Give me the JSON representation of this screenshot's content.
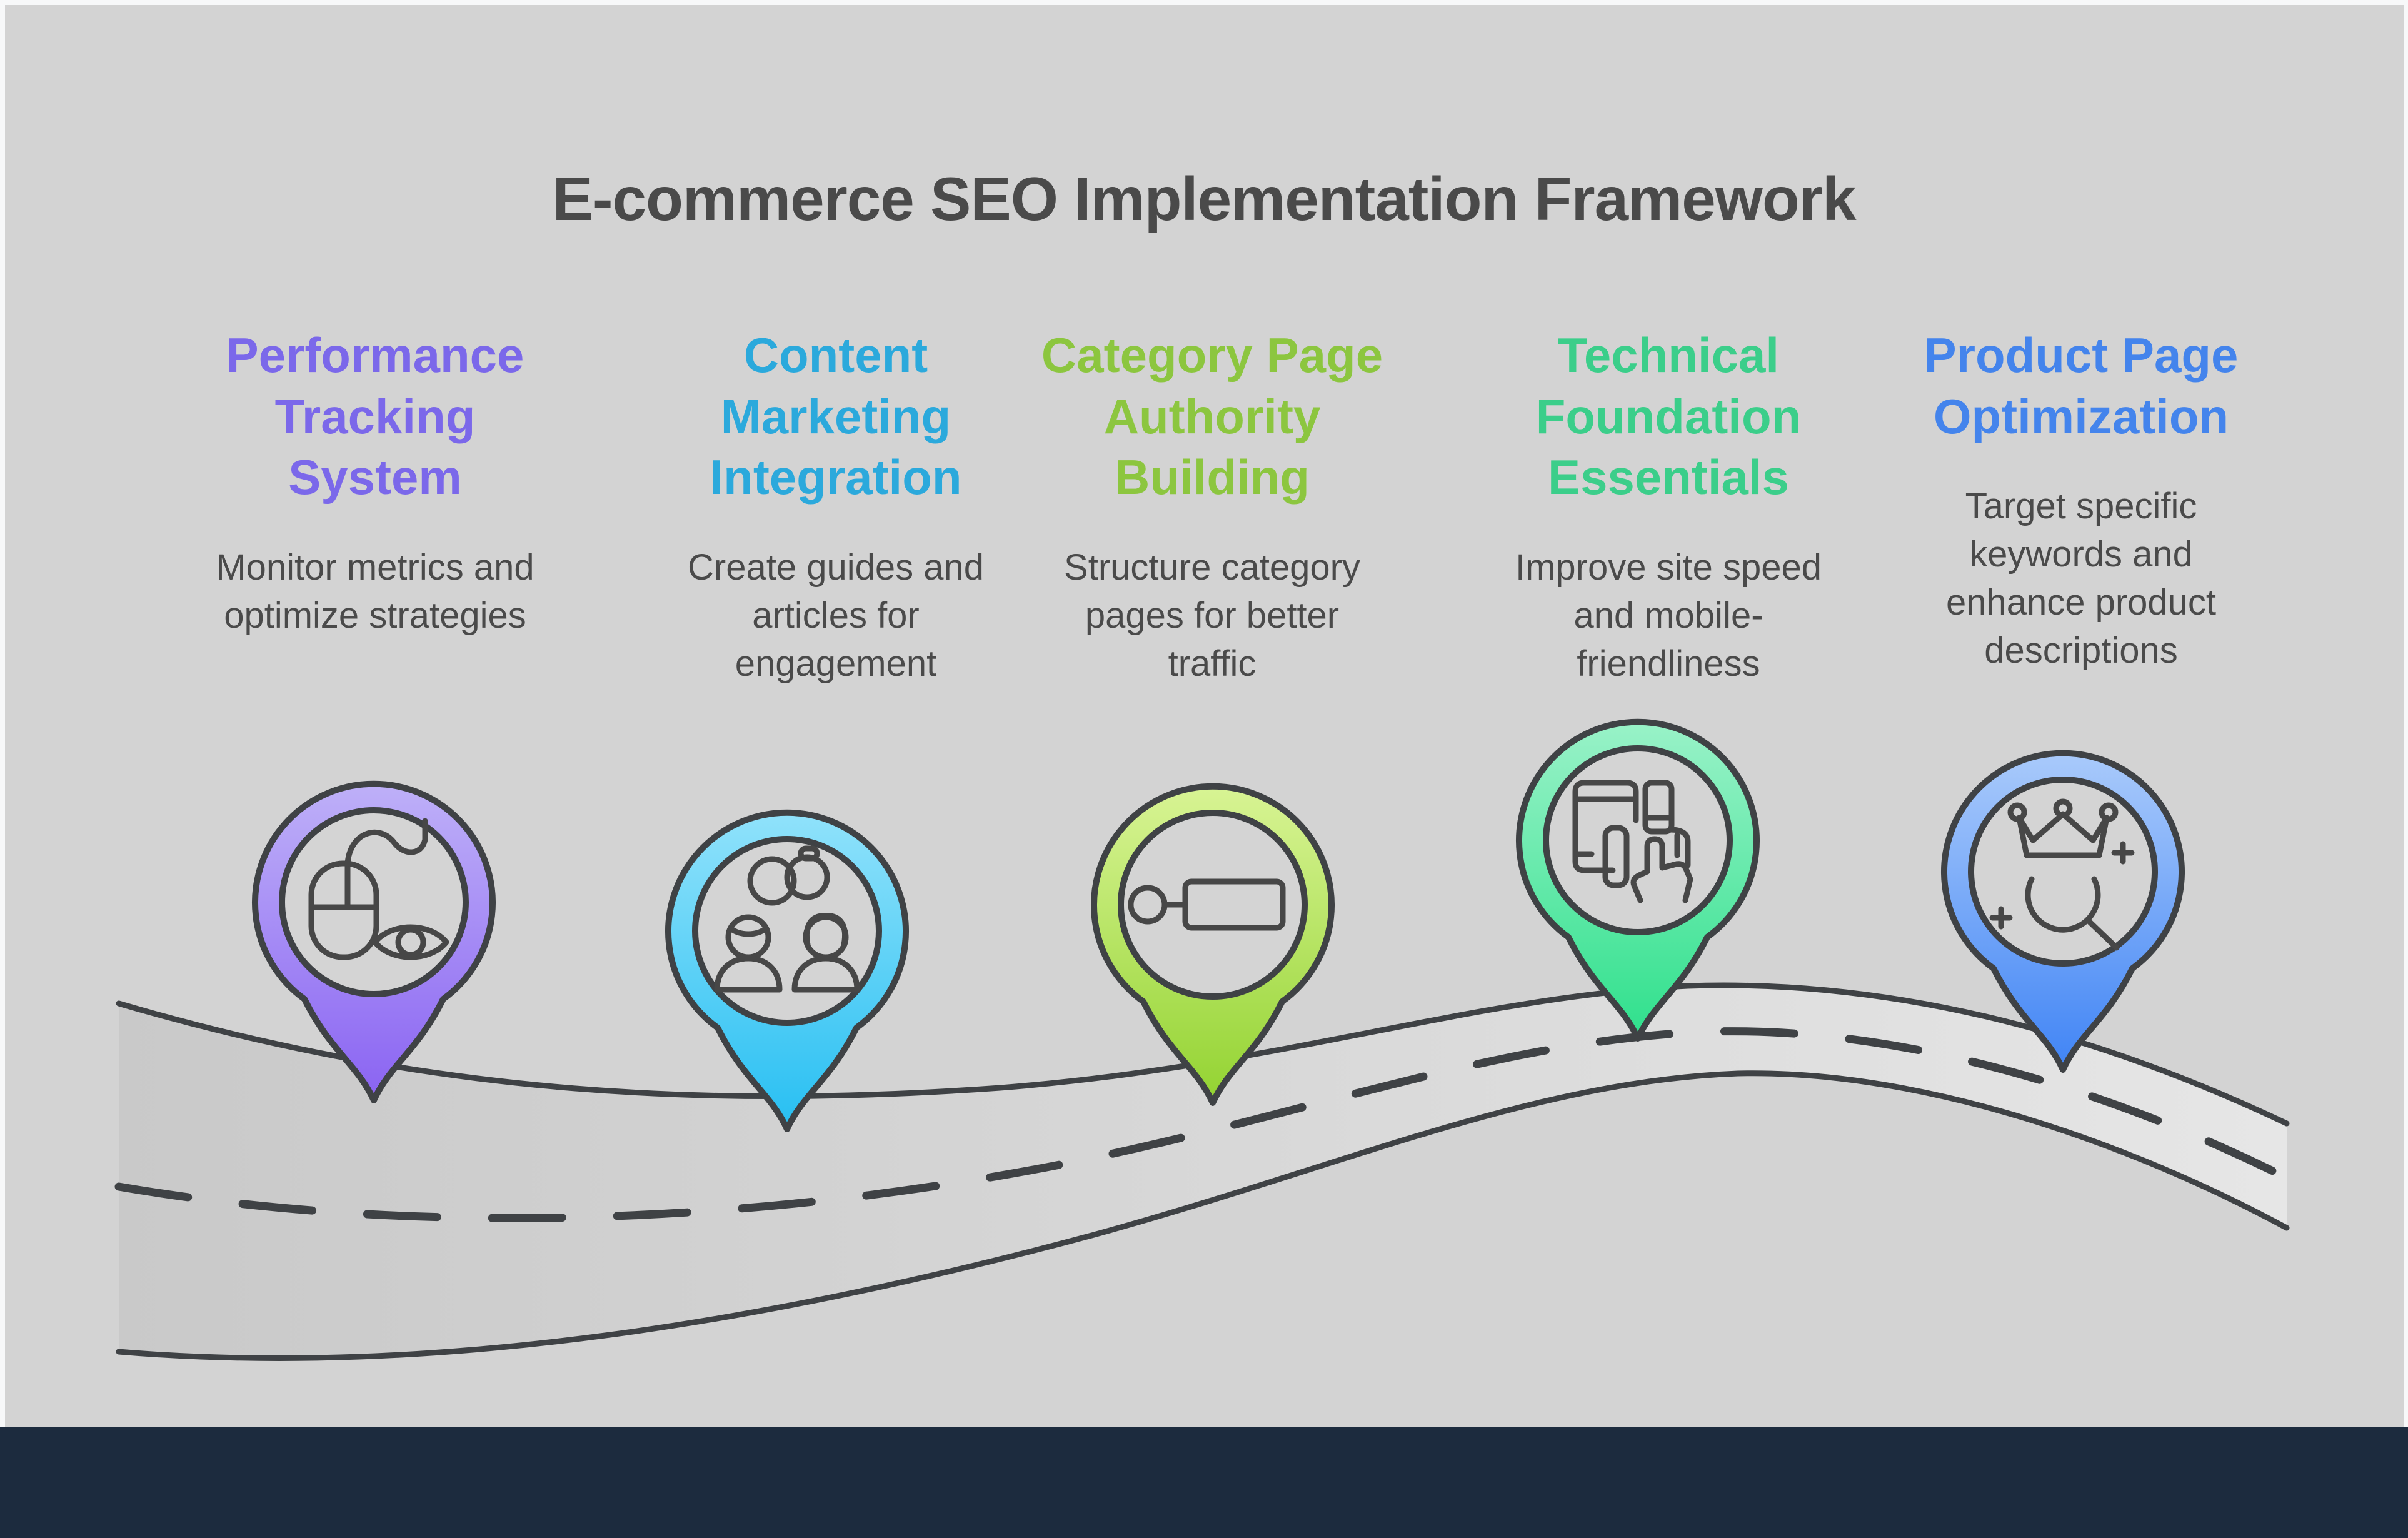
{
  "title": "E-commerce SEO Implementation Framework",
  "colors": {
    "frame": "#f7f8f9",
    "canvas": "#d3d3d3",
    "footer_bar": "#1c2b3e",
    "outline": "#3f4245",
    "icon_stroke": "#474747",
    "title_text": "#4a4a4a",
    "body_text": "#4a4a4a",
    "pin_inner": "#d4d4d4",
    "road_fill_start": "#c9c9c9",
    "road_fill_end": "#e6e6e6"
  },
  "steps": [
    {
      "heading": "Performance\nTracking\nSystem",
      "description": "Monitor metrics and\noptimize strategies",
      "accent": "#7b68ea",
      "pin": {
        "icon": "mouse-eye-icon",
        "gradient_top": "#beb0f8",
        "gradient_bottom": "#8a63f2"
      }
    },
    {
      "heading": "Content\nMarketing\nIntegration",
      "description": "Create guides and\narticles for\nengagement",
      "accent": "#2ba9dc",
      "pin": {
        "icon": "people-link-icon",
        "gradient_top": "#90e2fb",
        "gradient_bottom": "#27bff2"
      }
    },
    {
      "heading": "Category Page\nAuthority\nBuilding",
      "description": "Structure category\npages for better\ntraffic",
      "accent": "#8cc63f",
      "pin": {
        "icon": "key-tag-icon",
        "gradient_top": "#d8f494",
        "gradient_bottom": "#93d331"
      }
    },
    {
      "heading": "Technical\nFoundation\nEssentials",
      "description": "Improve site speed\nand mobile-\nfriendliness",
      "accent": "#3bce8a",
      "pin": {
        "icon": "devices-touch-icon",
        "gradient_top": "#99f2c8",
        "gradient_bottom": "#2fe08c"
      }
    },
    {
      "heading": "Product Page\nOptimization",
      "description": "Target specific\nkeywords and\nenhance product\ndescriptions",
      "accent": "#4484ec",
      "pin": {
        "icon": "crown-search-icon",
        "gradient_top": "#a9cafb",
        "gradient_bottom": "#4084f5"
      }
    }
  ]
}
